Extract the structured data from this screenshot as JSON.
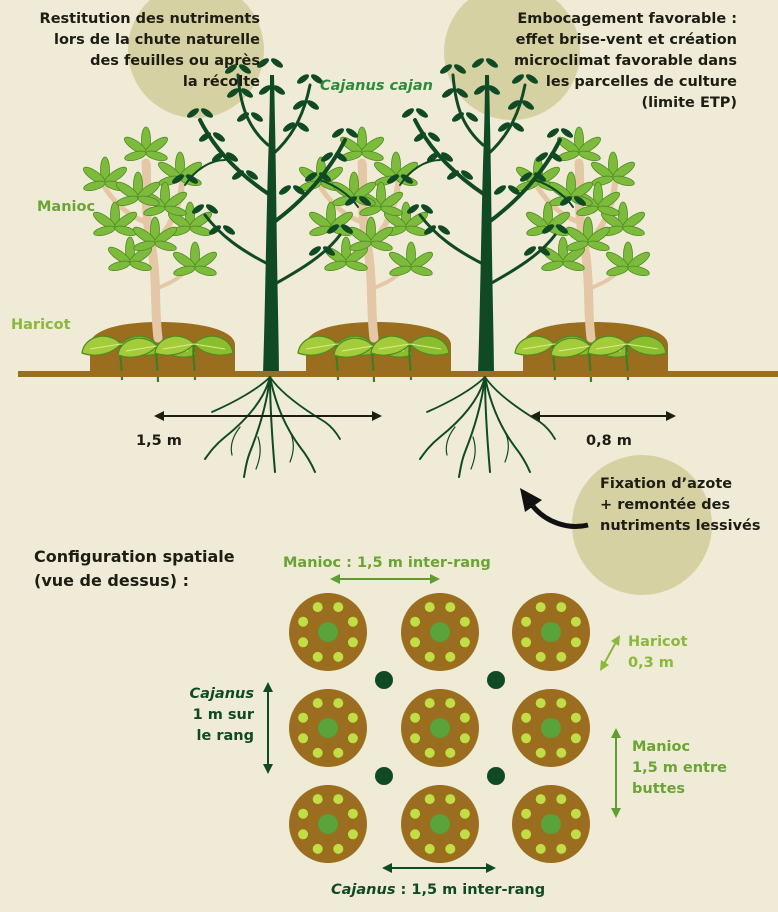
{
  "annotations": {
    "restitution": [
      "Restitution des nutriments",
      "lors de la chute naturelle",
      "des feuilles ou après",
      "la récolte"
    ],
    "embocagement": [
      "Embocagement favorable :",
      "effet brise-vent et création",
      "microclimat favorable dans",
      "les parcelles de culture",
      "(limite ETP)"
    ],
    "species": "Cajanus cajan",
    "manioc": "Manioc",
    "haricot": "Haricot",
    "dist_1": "1,5 m",
    "dist_2": "0,8 m",
    "fixation": [
      "Fixation d’azote",
      "+ remontée des",
      "nutriments lessivés"
    ]
  },
  "plan": {
    "title": [
      "Configuration spatiale",
      "(vue de dessus) :"
    ],
    "top_label": "Manioc : 1,5 m inter-rang",
    "bottom_label_italic": "Cajanus",
    "bottom_label_rest": " : 1,5 m inter-rang",
    "left_label_italic": "Cajanus",
    "left_label": [
      "1 m sur",
      "le rang"
    ],
    "haricot_label": [
      "Haricot",
      "0,3 m"
    ],
    "manioc_label": [
      "Manioc",
      "1,5 m entre",
      "buttes"
    ]
  },
  "colors": {
    "background": "#f0ebd6",
    "soil": "#9b6d1f",
    "tree": "#0f4a25",
    "manioc_leaf": "#7dbb3c",
    "bean_leaf": "#a4cc3a",
    "circle": "#d5d1a2"
  },
  "icons": [
    "tree-icon",
    "manioc-plant-icon",
    "bean-plant-icon",
    "root-icon",
    "arrow-icon"
  ]
}
